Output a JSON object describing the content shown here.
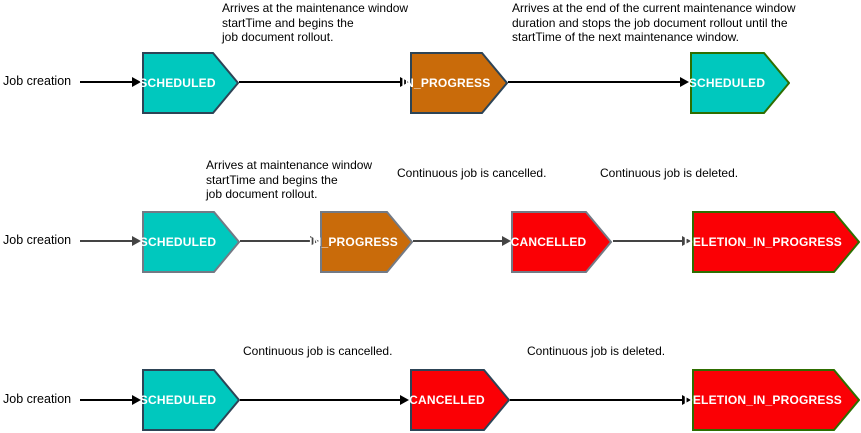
{
  "colors": {
    "teal_fill": "#00c8be",
    "orange_fill": "#c96b0a",
    "red_fill": "#fb0005",
    "stroke_slate": "#2d4456",
    "stroke_gray": "#737a85",
    "stroke_green": "#2e6e00",
    "arrow_dark": "#000000",
    "arrow_gray": "#444444",
    "node_text": "#ffffff",
    "annotation_text": "#000000"
  },
  "rows": [
    {
      "source": "Job creation",
      "nodes": [
        {
          "label": "SCHEDULED"
        },
        {
          "label": "IN_PROGRESS"
        },
        {
          "label": "SCHEDULED"
        }
      ],
      "annotations": [
        {
          "text": "Arrives at the maintenance window\nstartTime and begins the\njob document rollout."
        },
        {
          "text": "Arrives at the end of the current maintenance window\nduration and stops the job document rollout until the\nstartTime of the next maintenance window."
        }
      ]
    },
    {
      "source": "Job creation",
      "nodes": [
        {
          "label": "SCHEDULED"
        },
        {
          "label": "IN_PROGRESS"
        },
        {
          "label": "CANCELLED"
        },
        {
          "label": "DELETION_IN_PROGRESS"
        }
      ],
      "annotations": [
        {
          "text": "Arrives at maintenance window\nstartTime and begins the\njob document rollout."
        },
        {
          "text": "Continuous job is cancelled."
        },
        {
          "text": "Continuous job is deleted."
        }
      ]
    },
    {
      "source": "Job creation",
      "nodes": [
        {
          "label": "SCHEDULED"
        },
        {
          "label": "CANCELLED"
        },
        {
          "label": "DELETION_IN_PROGRESS"
        }
      ],
      "annotations": [
        {
          "text": "Continuous job is cancelled."
        },
        {
          "text": "Continuous job is deleted."
        }
      ]
    }
  ]
}
